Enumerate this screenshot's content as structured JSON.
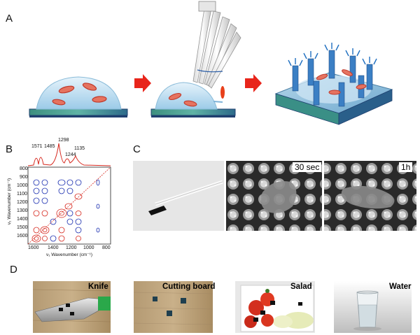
{
  "panels": {
    "a": {
      "letter": "A"
    },
    "b": {
      "letter": "B",
      "peaks": [
        "1571",
        "1485",
        "1298",
        "1244",
        "1135"
      ],
      "y_ticks": [
        "800",
        "900",
        "1000",
        "1100",
        "1200",
        "1300",
        "1400",
        "1500",
        "1600"
      ],
      "x_ticks": [
        "1600",
        "1400",
        "1200",
        "1000",
        "800"
      ],
      "x_title": "ν₁ Wavenumber (cm⁻¹)",
      "y_title": "ν₂ Wavenumber (cm⁻¹)"
    },
    "c": {
      "letter": "C",
      "time1": "30 sec",
      "time2": "1h"
    },
    "d": {
      "letter": "D",
      "photos": [
        "Knife",
        "Cutting board",
        "Salad",
        "Water"
      ]
    }
  },
  "colors": {
    "arrow": "#e8251b",
    "substrate": "#2f4f8f",
    "positive_contour": "#d6281e",
    "negative_contour": "#1b2fb0"
  }
}
